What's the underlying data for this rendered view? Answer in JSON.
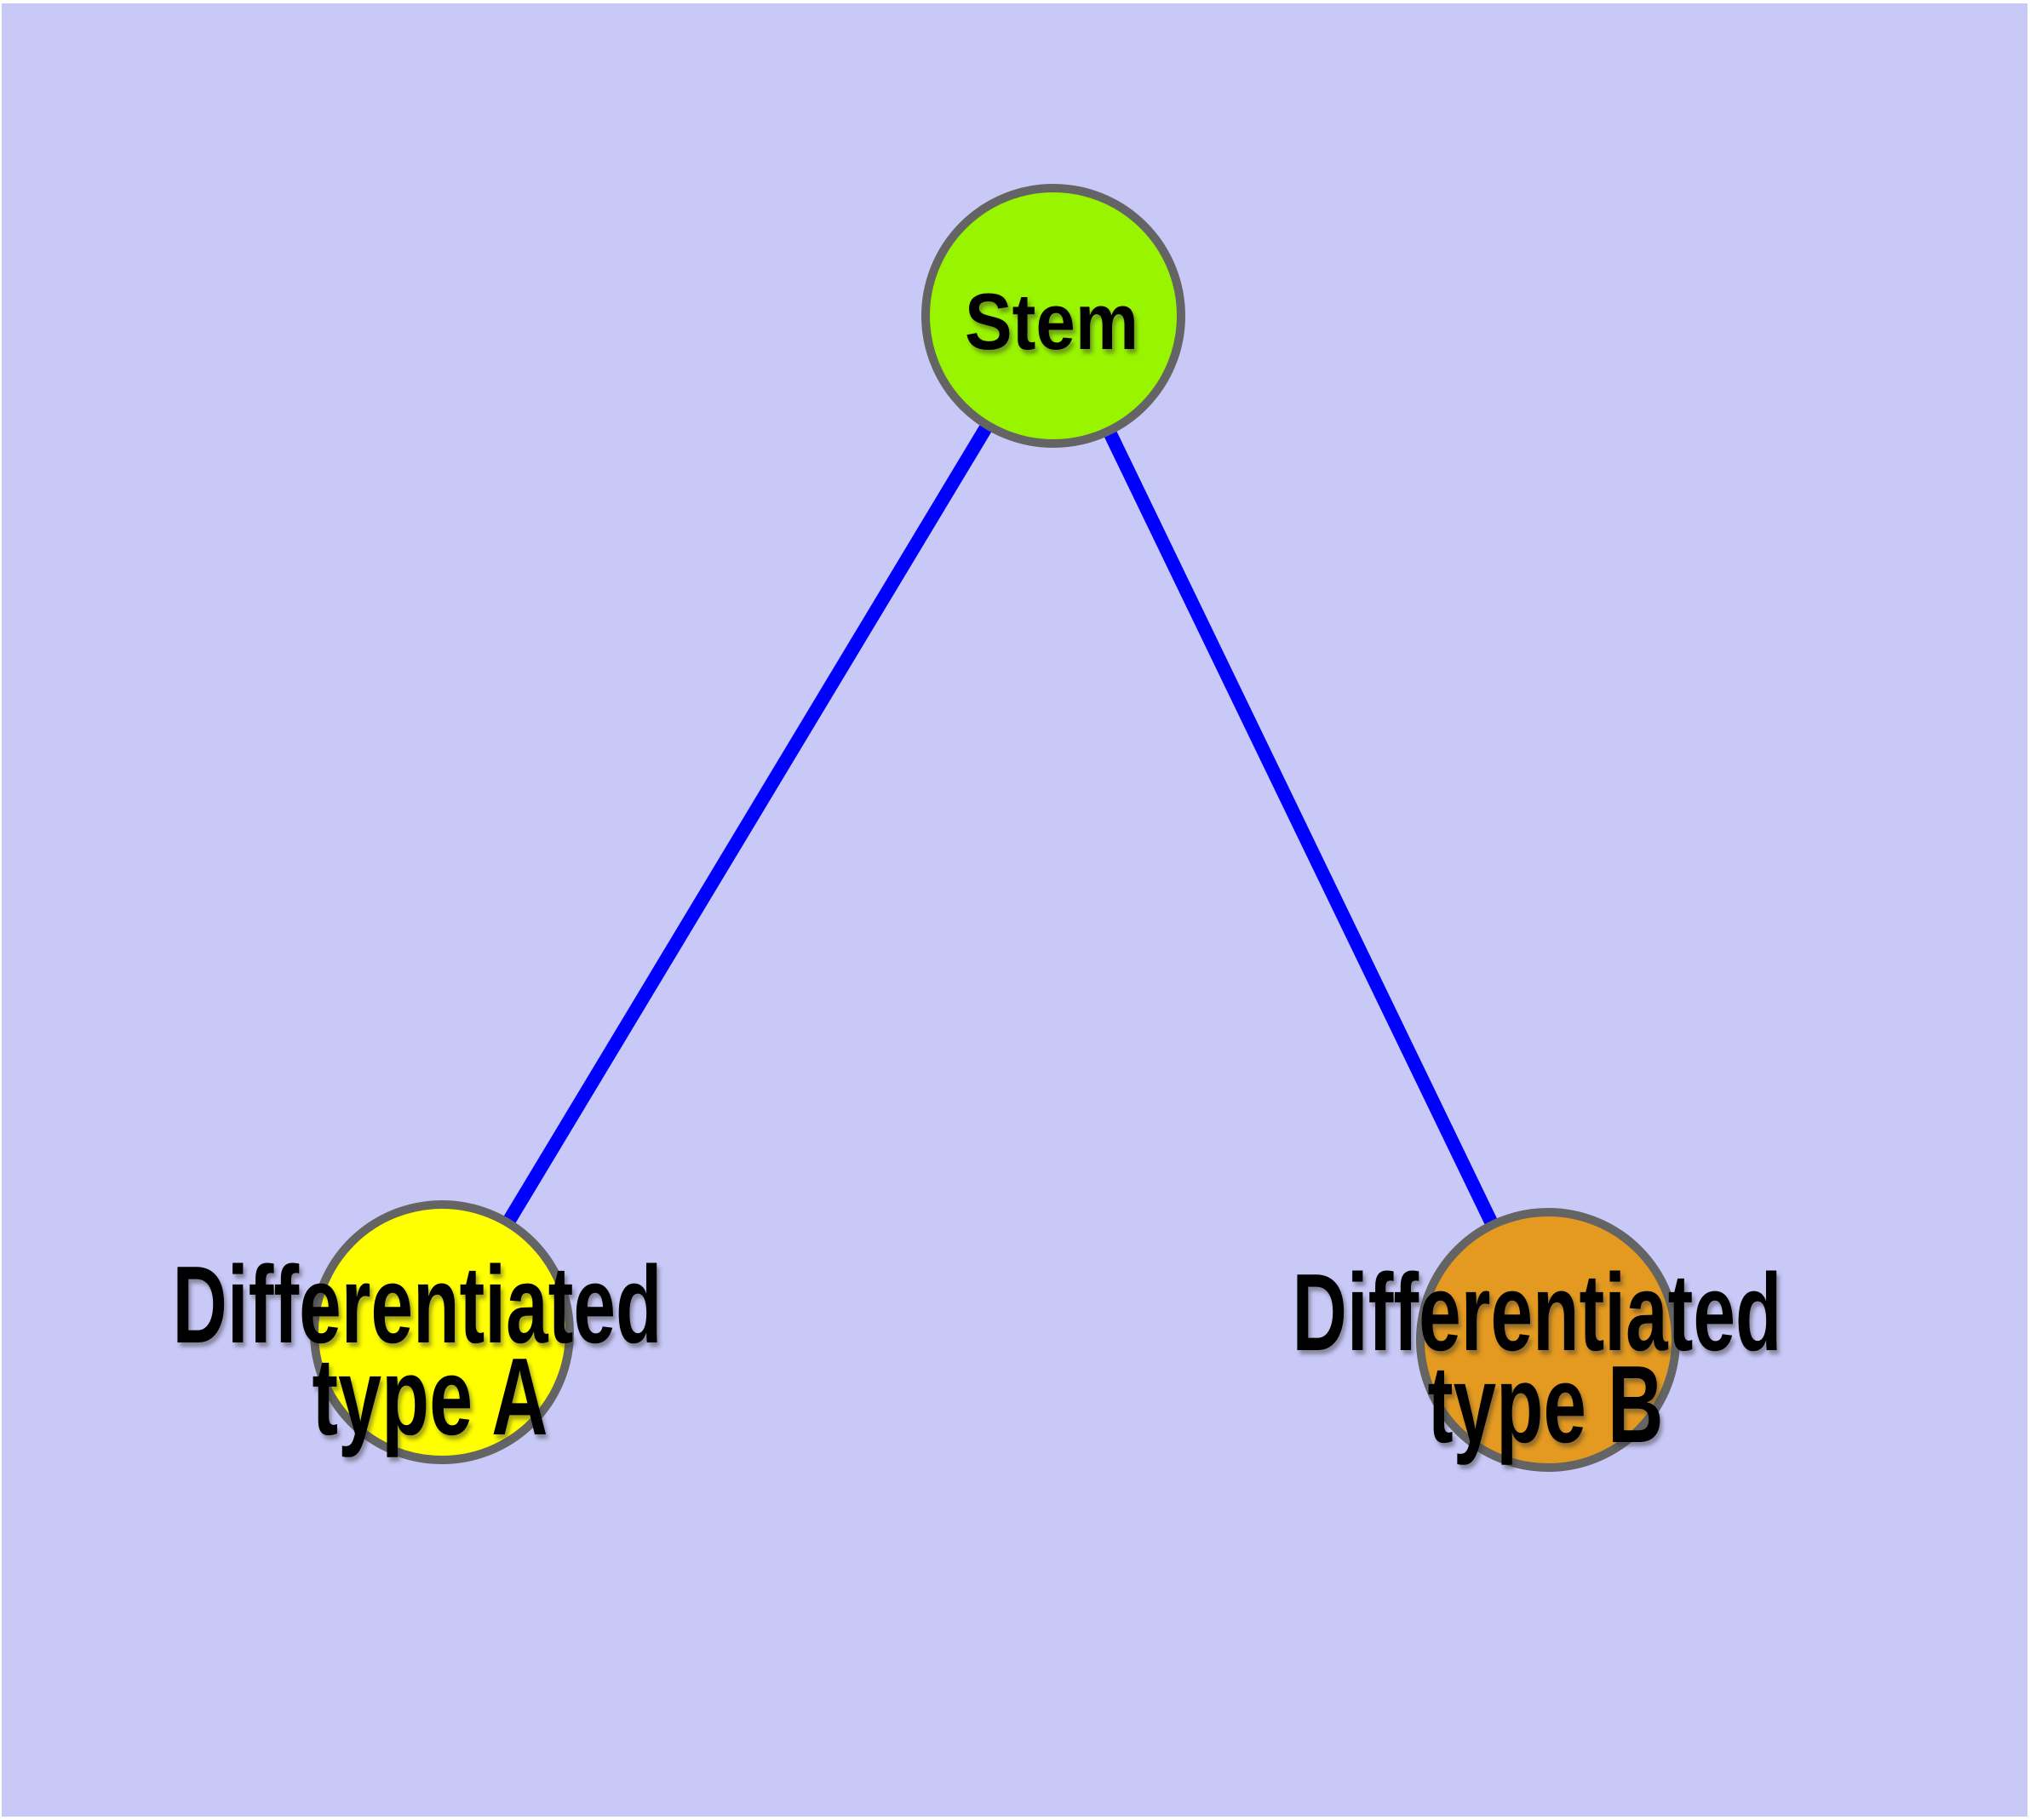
{
  "diagram": {
    "type": "graph",
    "background_color": "#c9c9f8",
    "frame_color": "#ffffff",
    "edge_color": "#0000ff",
    "node_border_color": "#646464",
    "label_color": "#000000",
    "nodes": [
      {
        "id": "stem",
        "label": "Stem",
        "label_line1": "Stem",
        "label_line2": "",
        "color": "#99f400"
      },
      {
        "id": "differentiated-type-a",
        "label": "Differentiated type A",
        "label_line1": "Differentiated",
        "label_line2": "type A",
        "color": "#ffff00"
      },
      {
        "id": "differentiated-type-b",
        "label": "Differentiated type B",
        "label_line1": "Differentiated",
        "label_line2": "type B",
        "color": "#e49a20"
      }
    ],
    "edges": [
      {
        "from": "Stem",
        "to": "Differentiated type A"
      },
      {
        "from": "Stem",
        "to": "Differentiated type B"
      }
    ]
  }
}
